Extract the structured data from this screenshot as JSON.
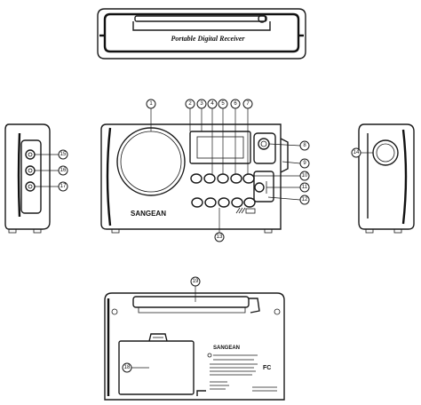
{
  "top_view": {
    "label": "Portable Digital Receiver"
  },
  "front_view": {
    "brand": "SANGEAN"
  },
  "back_view": {
    "brand": "SANGEAN",
    "fcc": "FC"
  },
  "callouts": [
    {
      "n": "1"
    },
    {
      "n": "2"
    },
    {
      "n": "3"
    },
    {
      "n": "4"
    },
    {
      "n": "5"
    },
    {
      "n": "6"
    },
    {
      "n": "7"
    },
    {
      "n": "8"
    },
    {
      "n": "9"
    },
    {
      "n": "10"
    },
    {
      "n": "11"
    },
    {
      "n": "12"
    },
    {
      "n": "13"
    },
    {
      "n": "14"
    },
    {
      "n": "15"
    },
    {
      "n": "16"
    },
    {
      "n": "17"
    },
    {
      "n": "18"
    },
    {
      "n": "19"
    }
  ]
}
